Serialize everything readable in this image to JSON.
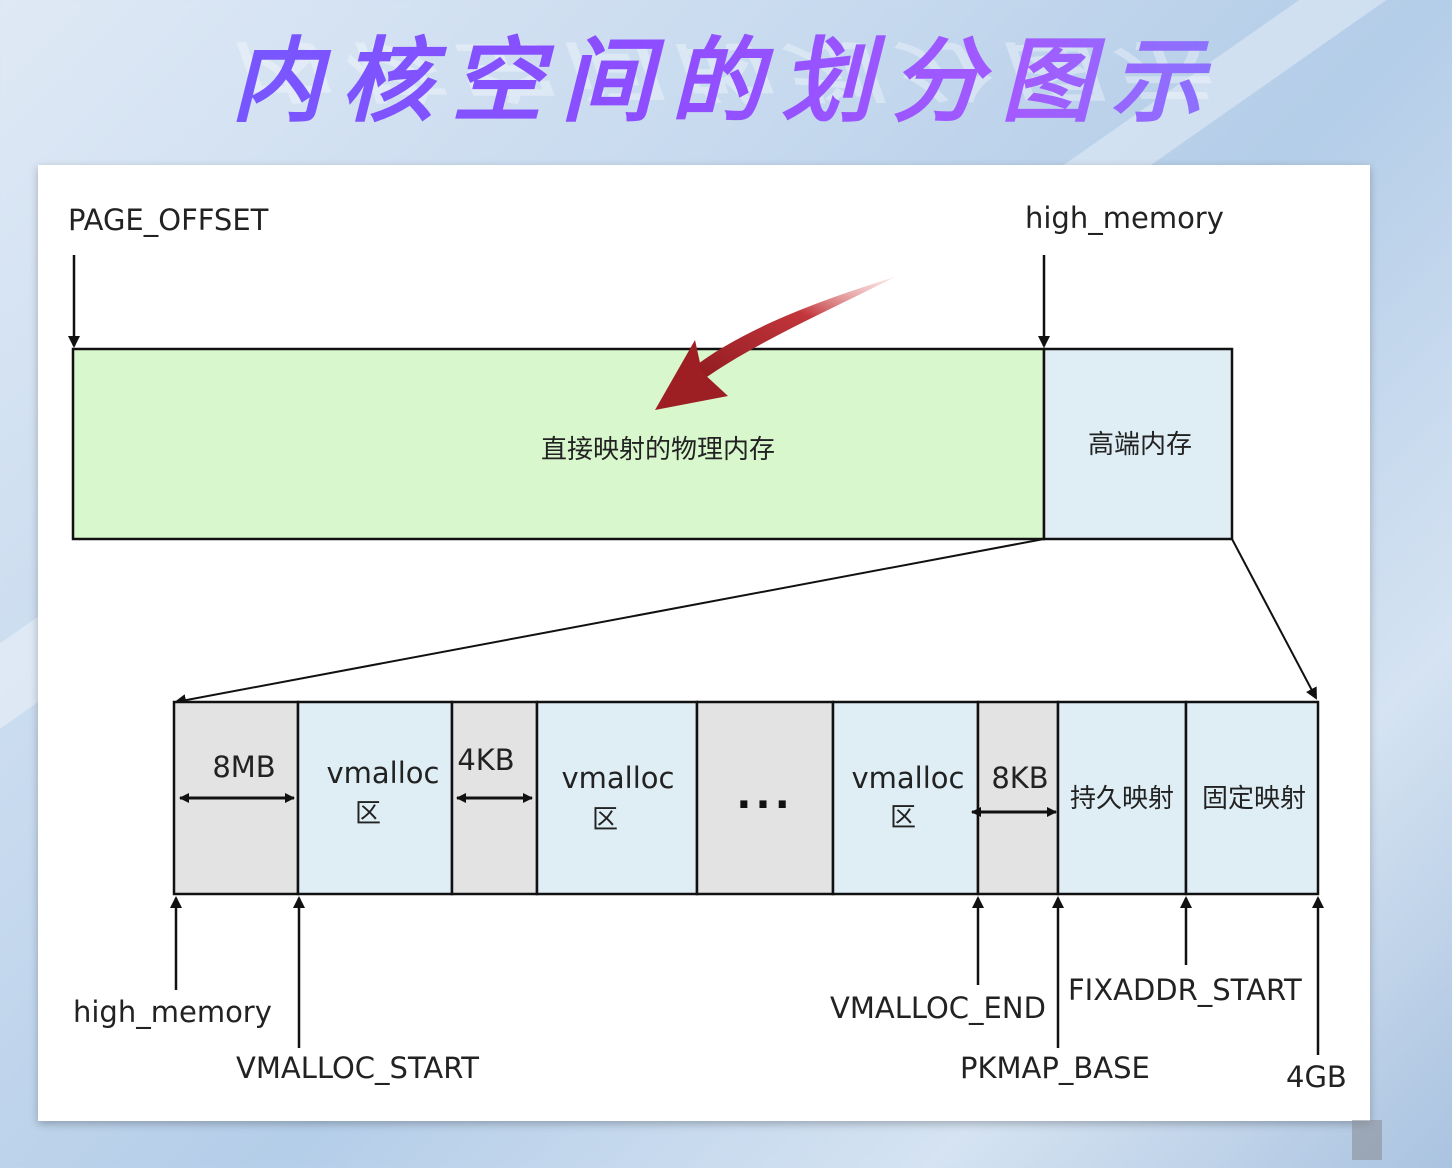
{
  "title": "内核空间的划分图示",
  "diagram": {
    "top_labels": {
      "page_offset": "PAGE_OFFSET",
      "high_memory": "high_memory"
    },
    "top_blocks": {
      "direct_mapped": "直接映射的物理内存",
      "high_mem": "高端内存"
    },
    "segments": {
      "gap_8mb": "8MB",
      "vmalloc_1_line1": "vmalloc",
      "vmalloc_1_line2": "区",
      "gap_4kb": "4KB",
      "vmalloc_2_line1": "vmalloc",
      "vmalloc_2_line2": "区",
      "ellipsis": "...",
      "vmalloc_3_line1": "vmalloc",
      "vmalloc_3_line2": "区",
      "gap_8kb": "8KB",
      "persistent_map": "持久映射",
      "fixed_map": "固定映射"
    },
    "bottom_labels": {
      "high_memory": "high_memory",
      "vmalloc_start": "VMALLOC_START",
      "vmalloc_end": "VMALLOC_END",
      "pkmap_base": "PKMAP_BASE",
      "fixaddr_start": "FIXADDR_START",
      "end_4gb": "4GB"
    }
  },
  "colors": {
    "direct_mapped_fill": "#d9f7cc",
    "high_mem_fill": "#dfeef5",
    "gap_fill": "#e3e3e3",
    "vmalloc_fill": "#dfeef5",
    "accent_arrow": "#b2242a"
  }
}
